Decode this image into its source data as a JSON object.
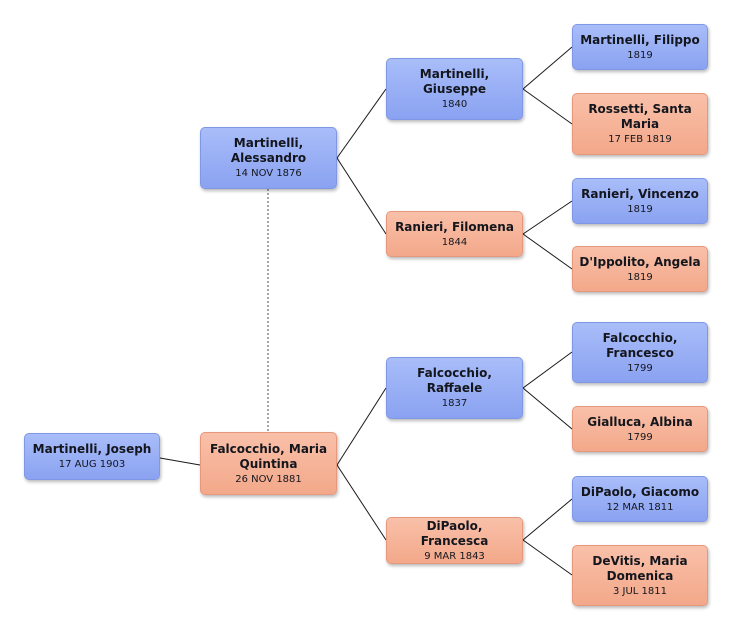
{
  "people": {
    "root": {
      "name": "Martinelli, Joseph",
      "date": "17 AUG 1903",
      "sex": "male"
    },
    "father": {
      "name": "Martinelli, Alessandro",
      "date": "14 NOV 1876",
      "sex": "male"
    },
    "mother": {
      "name": "Falcocchio, Maria Quintina",
      "date": "26 NOV 1881",
      "sex": "female"
    },
    "pgf": {
      "name": "Martinelli, Giuseppe",
      "date": "1840",
      "sex": "male"
    },
    "pgm": {
      "name": "Ranieri, Filomena",
      "date": "1844",
      "sex": "female"
    },
    "mgf": {
      "name": "Falcocchio, Raffaele",
      "date": "1837",
      "sex": "male"
    },
    "mgm": {
      "name": "DiPaolo, Francesca",
      "date": "9 MAR 1843",
      "sex": "female"
    },
    "pgf_f": {
      "name": "Martinelli, Filippo",
      "date": "1819",
      "sex": "male"
    },
    "pgf_m": {
      "name": "Rossetti, Santa Maria",
      "date": "17 FEB 1819",
      "sex": "female"
    },
    "pgm_f": {
      "name": "Ranieri, Vincenzo",
      "date": "1819",
      "sex": "male"
    },
    "pgm_m": {
      "name": "D'Ippolito, Angela",
      "date": "1819",
      "sex": "female"
    },
    "mgf_f": {
      "name": "Falcocchio, Francesco",
      "date": "1799",
      "sex": "male"
    },
    "mgf_m": {
      "name": "Gialluca, Albina",
      "date": "1799",
      "sex": "female"
    },
    "mgm_f": {
      "name": "DiPaolo, Giacomo",
      "date": "12 MAR 1811",
      "sex": "male"
    },
    "mgm_m": {
      "name": "DeVitis, Maria Domenica",
      "date": "3 JUL 1811",
      "sex": "female"
    }
  },
  "colors": {
    "male": "#9bb1f6",
    "female": "#f6b59b",
    "connector": "#1a1a1a",
    "spouse_link": "#777777"
  }
}
